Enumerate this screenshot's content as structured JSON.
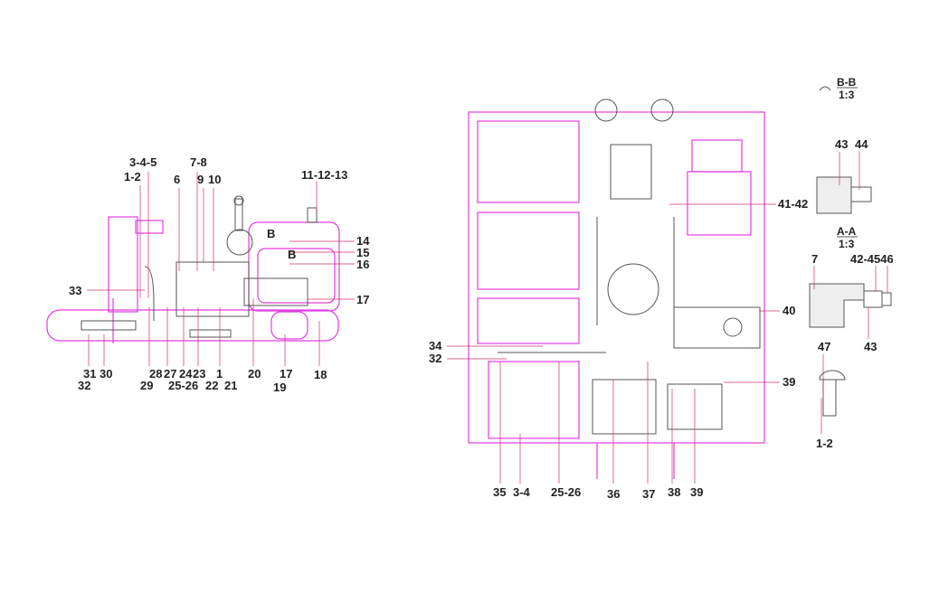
{
  "colors": {
    "outline": "#e23ce2",
    "detail": "#555555",
    "leader": "#d0306a",
    "text": "#222222"
  },
  "left_view": {
    "callouts": [
      "1-2",
      "3-4-5",
      "7-8",
      "6",
      "9",
      "10",
      "11-12-13",
      "14",
      "15",
      "16",
      "33",
      "17",
      "31",
      "30",
      "32",
      "28",
      "29",
      "27",
      "24",
      "23",
      "1",
      "20",
      "17",
      "18",
      "25-26",
      "22",
      "21",
      "19"
    ],
    "section_marks": [
      "B",
      "B"
    ]
  },
  "right_view": {
    "callouts": [
      "41-42",
      "34",
      "32",
      "40",
      "39",
      "35",
      "3-4",
      "25-26",
      "36",
      "37",
      "38",
      "39"
    ]
  },
  "details": {
    "bb": {
      "title": "B-B",
      "scale": "1:3",
      "callouts": [
        "43",
        "44"
      ]
    },
    "aa": {
      "title": "A-A",
      "scale": "1:3",
      "callouts": [
        "7",
        "42-4546",
        "43"
      ]
    },
    "fitting": {
      "callouts": [
        "47",
        "1-2"
      ]
    }
  }
}
